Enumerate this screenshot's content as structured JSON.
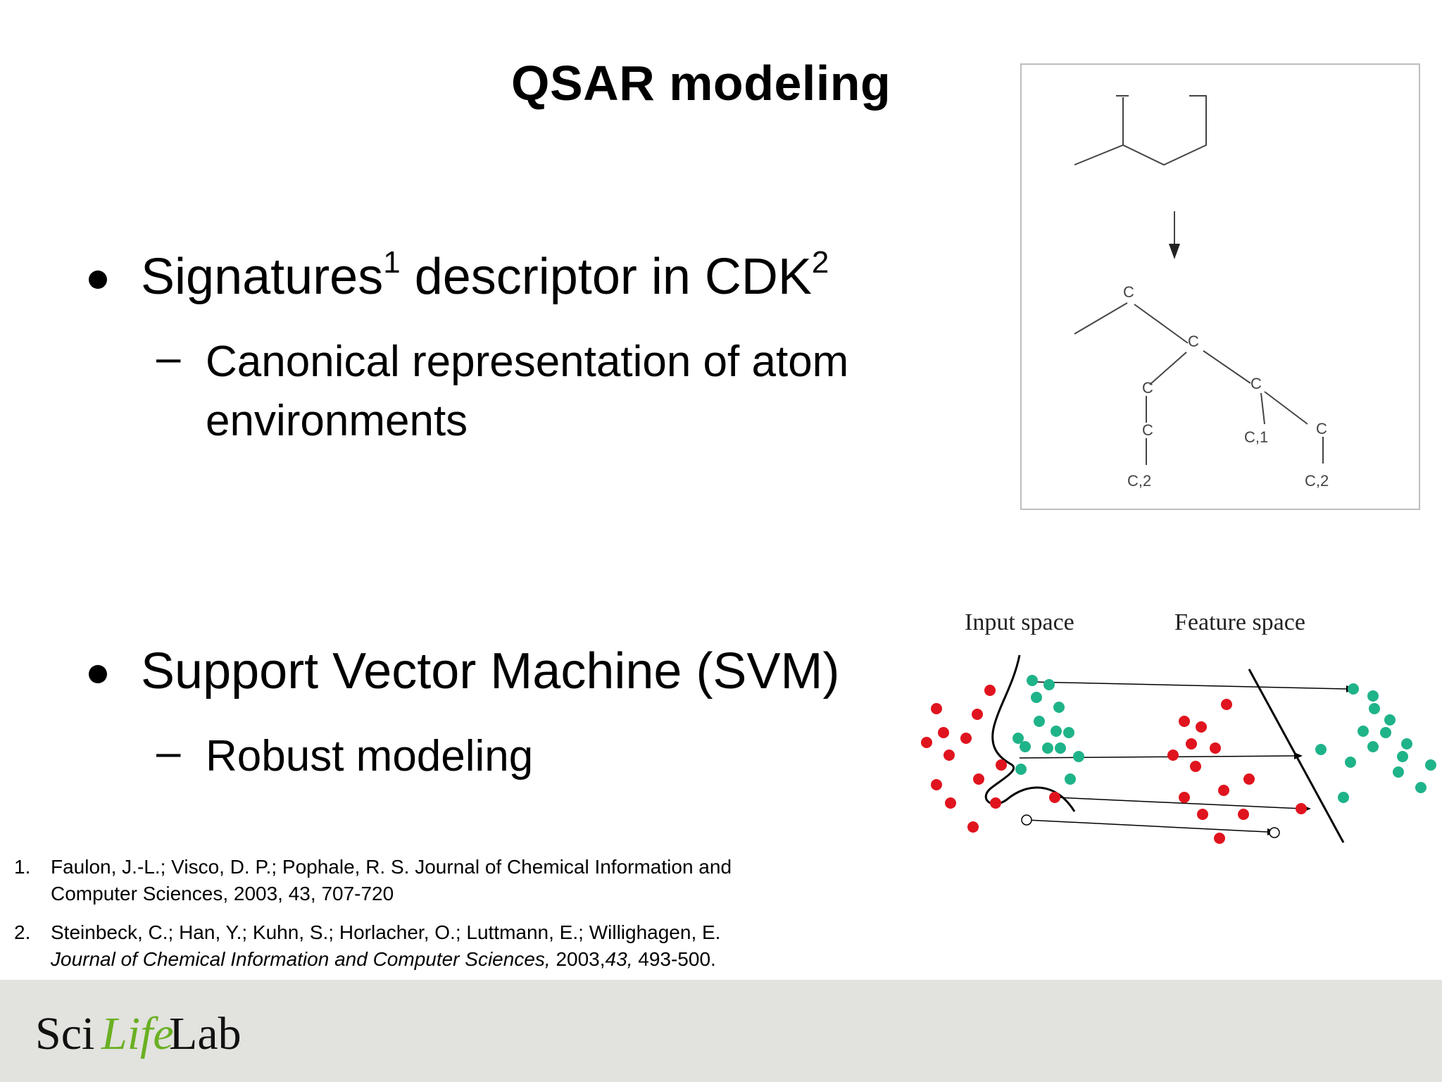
{
  "title": "QSAR modeling",
  "bullets": [
    {
      "main": "Signatures",
      "sup1": "1",
      "main_after": " descriptor in CDK",
      "sup2": "2",
      "sub": [
        "Canonical representation of atom",
        "environments"
      ]
    },
    {
      "main": "Support Vector Machine (SVM)",
      "sub": [
        "Robust modeling"
      ]
    }
  ],
  "sub_marker": "–",
  "references": [
    {
      "num": "1.",
      "line1": "Faulon, J.-L.; Visco, D. P.; Pophale, R. S. Journal of Chemical Information and",
      "line2": "Computer Sciences, 2003, 43, 707-720"
    },
    {
      "num": "2.",
      "line1": "Steinbeck, C.; Han, Y.; Kuhn, S.; Horlacher, O.; Luttmann, E.; Willighagen, E.",
      "line2_italic": "Journal of Chemical Information and Computer Sciences,",
      "line2_year": " 2003,",
      "line2_vol": "43,",
      "line2_pages": " 493-500."
    }
  ],
  "molecule": {
    "nodes": [
      "C",
      "C",
      "C",
      "C",
      "C",
      "C,2",
      "C,1",
      "C,2"
    ]
  },
  "svm_diagram": {
    "input_label": "Input space",
    "feature_label": "Feature space",
    "colors": {
      "red": "#e0141e",
      "green": "#1fb389",
      "line": "#000000"
    }
  },
  "logo": {
    "part1": "Sci",
    "part2": "Life",
    "part3": "Lab",
    "green": "#6ab023"
  }
}
